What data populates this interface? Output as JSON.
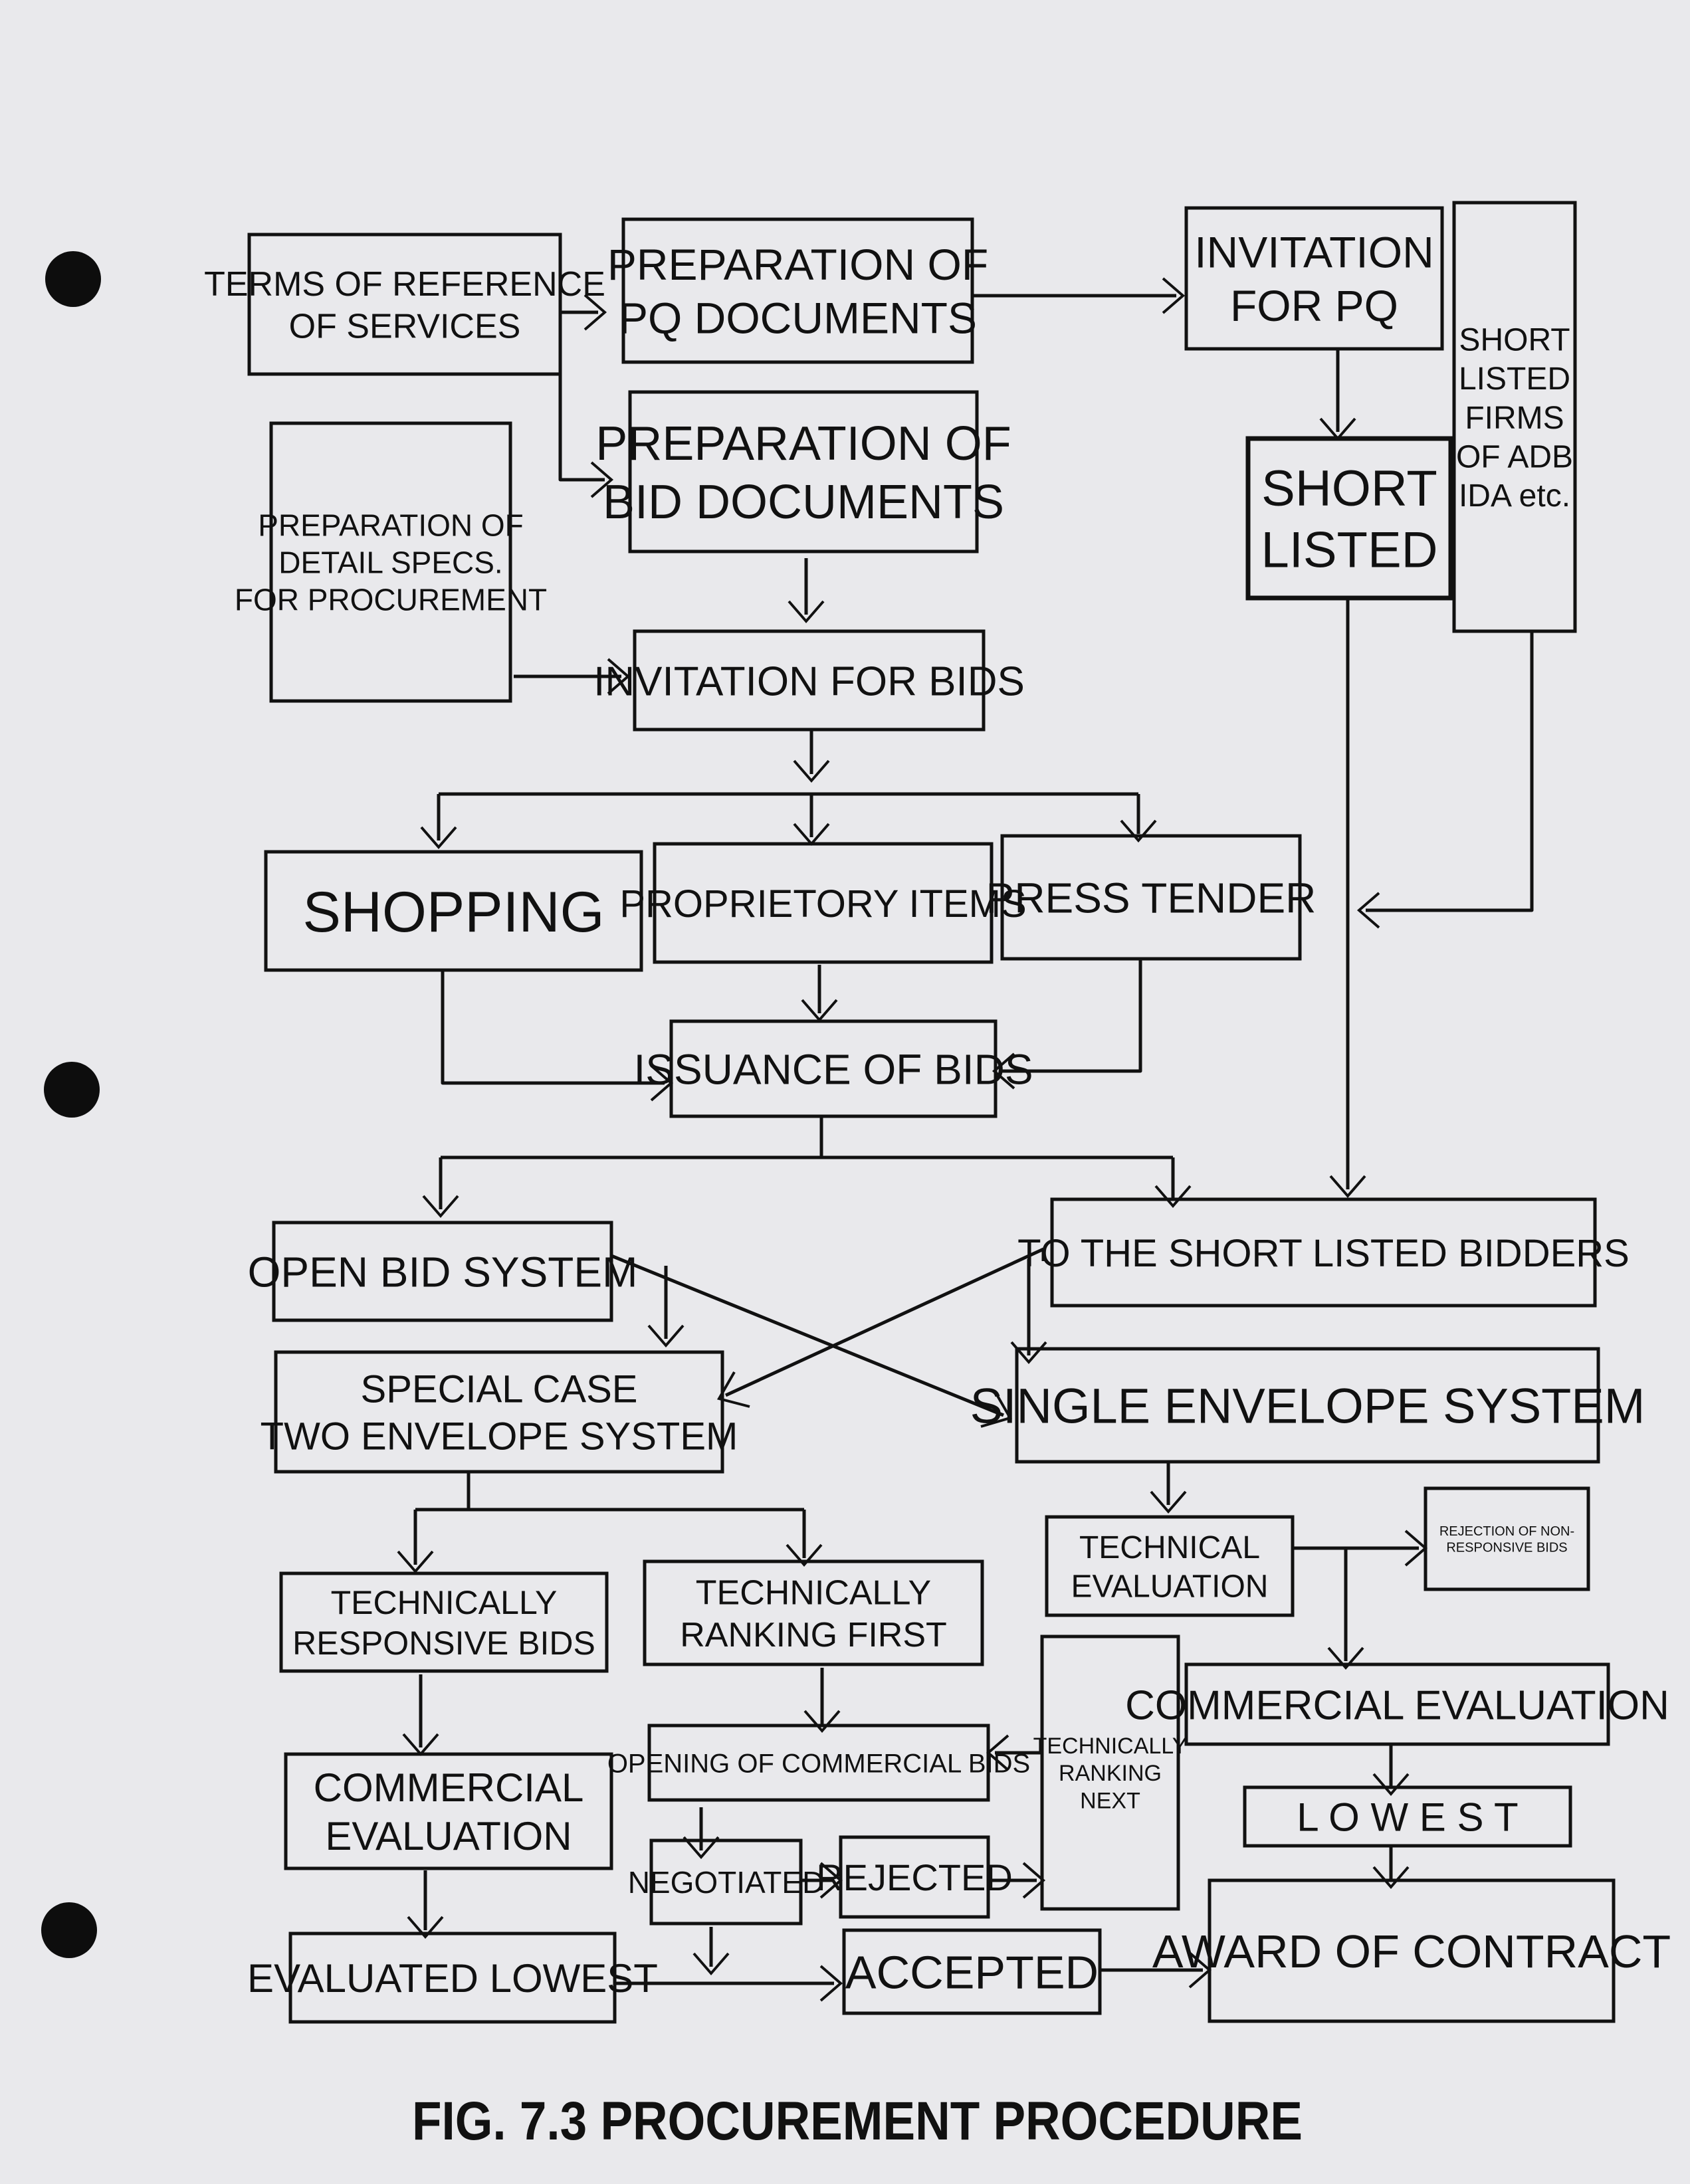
{
  "caption": "FIG. 7.3 PROCUREMENT PROCEDURE",
  "nodes": {
    "tor": [
      "TERMS OF REFERENCE",
      "OF SERVICES"
    ],
    "prep_pq": [
      "PREPARATION OF",
      "PQ DOCUMENTS"
    ],
    "inv_pq": [
      "INVITATION",
      "FOR PQ"
    ],
    "short_listed_firms": [
      "SHORT",
      "LISTED",
      "FIRMS",
      "OF ADB",
      "IDA etc."
    ],
    "prep_bid": [
      "PREPARATION OF",
      "BID DOCUMENTS"
    ],
    "short_listed": [
      "SHORT",
      "LISTED"
    ],
    "detail_specs": [
      "PREPARATION OF",
      "DETAIL SPECS.",
      "FOR PROCUREMENT"
    ],
    "inv_bids": [
      "INVITATION FOR BIDS"
    ],
    "shopping": [
      "SHOPPING"
    ],
    "proprietary": [
      "PROPRIETORY ITEMS"
    ],
    "press_tender": [
      "PRESS TENDER"
    ],
    "issuance": [
      "ISSUANCE OF BIDS"
    ],
    "open_bid": [
      "OPEN BID SYSTEM"
    ],
    "to_short_listed": [
      "TO THE SHORT LISTED BIDDERS"
    ],
    "two_envelope": [
      "SPECIAL CASE",
      "TWO ENVELOPE SYSTEM"
    ],
    "single_envelope": [
      "SINGLE ENVELOPE SYSTEM"
    ],
    "tech_eval": [
      "TECHNICAL",
      "EVALUATION"
    ],
    "rejection": [
      "REJECTION OF NON-",
      "RESPONSIVE BIDS"
    ],
    "tech_responsive": [
      "TECHNICALLY",
      "RESPONSIVE BIDS"
    ],
    "tech_ranking_first": [
      "TECHNICALLY",
      "RANKING FIRST"
    ],
    "commercial_eval_single": [
      "COMMERCIAL EVALUATION"
    ],
    "opening_commercial": [
      "OPENING OF COMMERCIAL BIDS"
    ],
    "tech_ranking_next": [
      "TECHNICALLY",
      "RANKING",
      "NEXT"
    ],
    "commercial_eval_two": [
      "COMMERCIAL",
      "EVALUATION"
    ],
    "lowest": [
      "L O W E S T"
    ],
    "negotiated": [
      "NEGOTIATED"
    ],
    "rejected": [
      "REJECTED"
    ],
    "evaluated_lowest": [
      "EVALUATED LOWEST"
    ],
    "accepted": [
      "ACCEPTED"
    ],
    "award": [
      "AWARD OF CONTRACT"
    ]
  }
}
